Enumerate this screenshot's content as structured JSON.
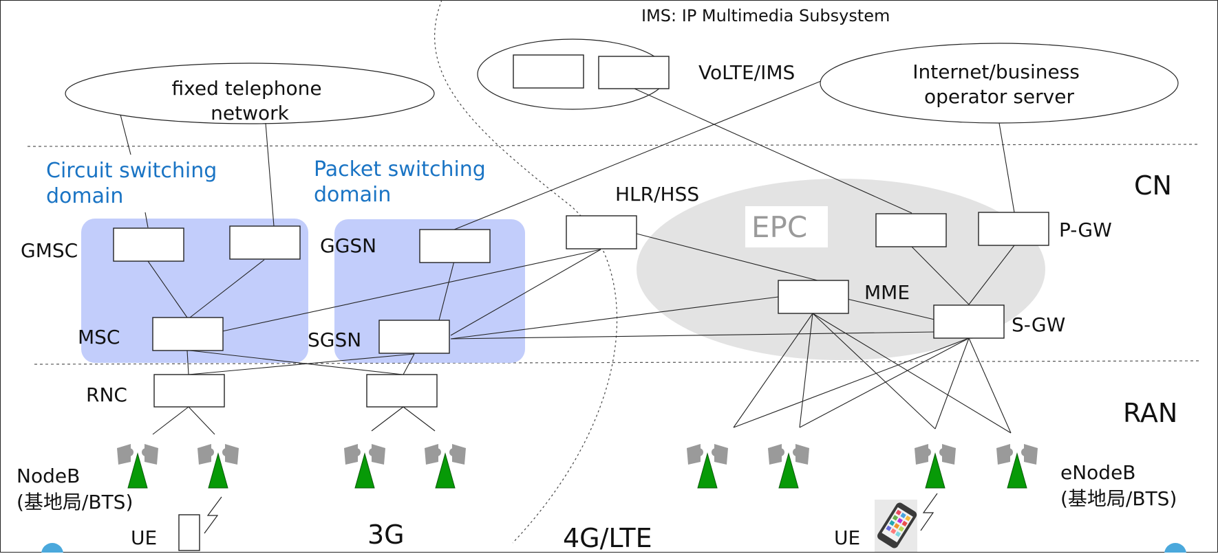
{
  "title": "IMS: IP Multimedia Subsystem",
  "clouds": {
    "fixed": "fixed telephone\nnetwork",
    "volte": "VoLTE/IMS",
    "internet": "Internet/business\noperator server"
  },
  "domains": {
    "cs": "Circuit switching\ndomain",
    "ps": "Packet switching\ndomain"
  },
  "nodes": {
    "gmsc": "GMSC",
    "msc": "MSC",
    "ggsn": "GGSN",
    "sgsn": "SGSN",
    "hlr": "HLR/HSS",
    "epc": "EPC",
    "mme": "MME",
    "sgw": "S-GW",
    "pgw": "P-GW",
    "rnc": "RNC"
  },
  "layers": {
    "cn": "CN",
    "ran": "RAN"
  },
  "nodeb": "NodeB\n(基地局/BTS)",
  "enodeb": "eNodeB\n(基地局/BTS)",
  "ue_left": "UE",
  "ue_right": "UE",
  "gen_3g": "3G",
  "gen_4g": "4G/LTE",
  "colors": {
    "domain_fill": "#c2cdfb",
    "epc_fill": "#e3e3e3",
    "epc_text": "#9a9a9a",
    "domain_text": "#1a74c4",
    "tower": "#079a07",
    "signal": "#9a9a9a",
    "corner_dot": "#4aa8dc"
  }
}
